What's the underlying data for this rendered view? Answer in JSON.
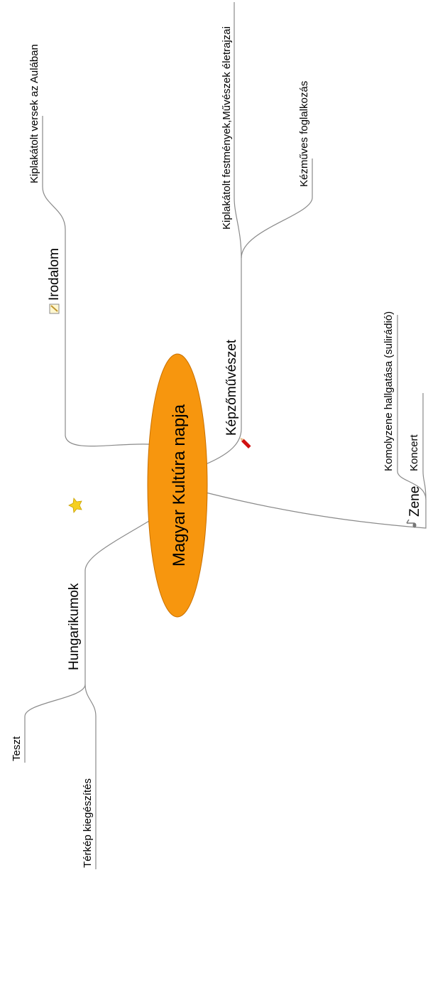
{
  "central": {
    "label": "Magyar Kultúra napja",
    "color": "#F7960E"
  },
  "branches": {
    "irodalom": {
      "label": "Irodalom",
      "icon": "pencil-note-icon",
      "children": [
        "Kiplakátolt versek az Aulában"
      ]
    },
    "kepzomuveszet": {
      "label": "Képzőművészet",
      "icon": "red-pencil-icon",
      "children": [
        "Kiplakátolt festmények,Művészek életrajzai",
        "Kézműves foglalkozás"
      ]
    },
    "zene": {
      "label": "Zene",
      "icon": "music-note-icon",
      "children": [
        "Komolyzene hallgatása (sulirádió)",
        "Koncert"
      ]
    },
    "hungarikumok": {
      "label": "Hungarikumok",
      "icon": "star-icon",
      "children": [
        "Teszt",
        "Térkép kiegészítés"
      ]
    }
  }
}
